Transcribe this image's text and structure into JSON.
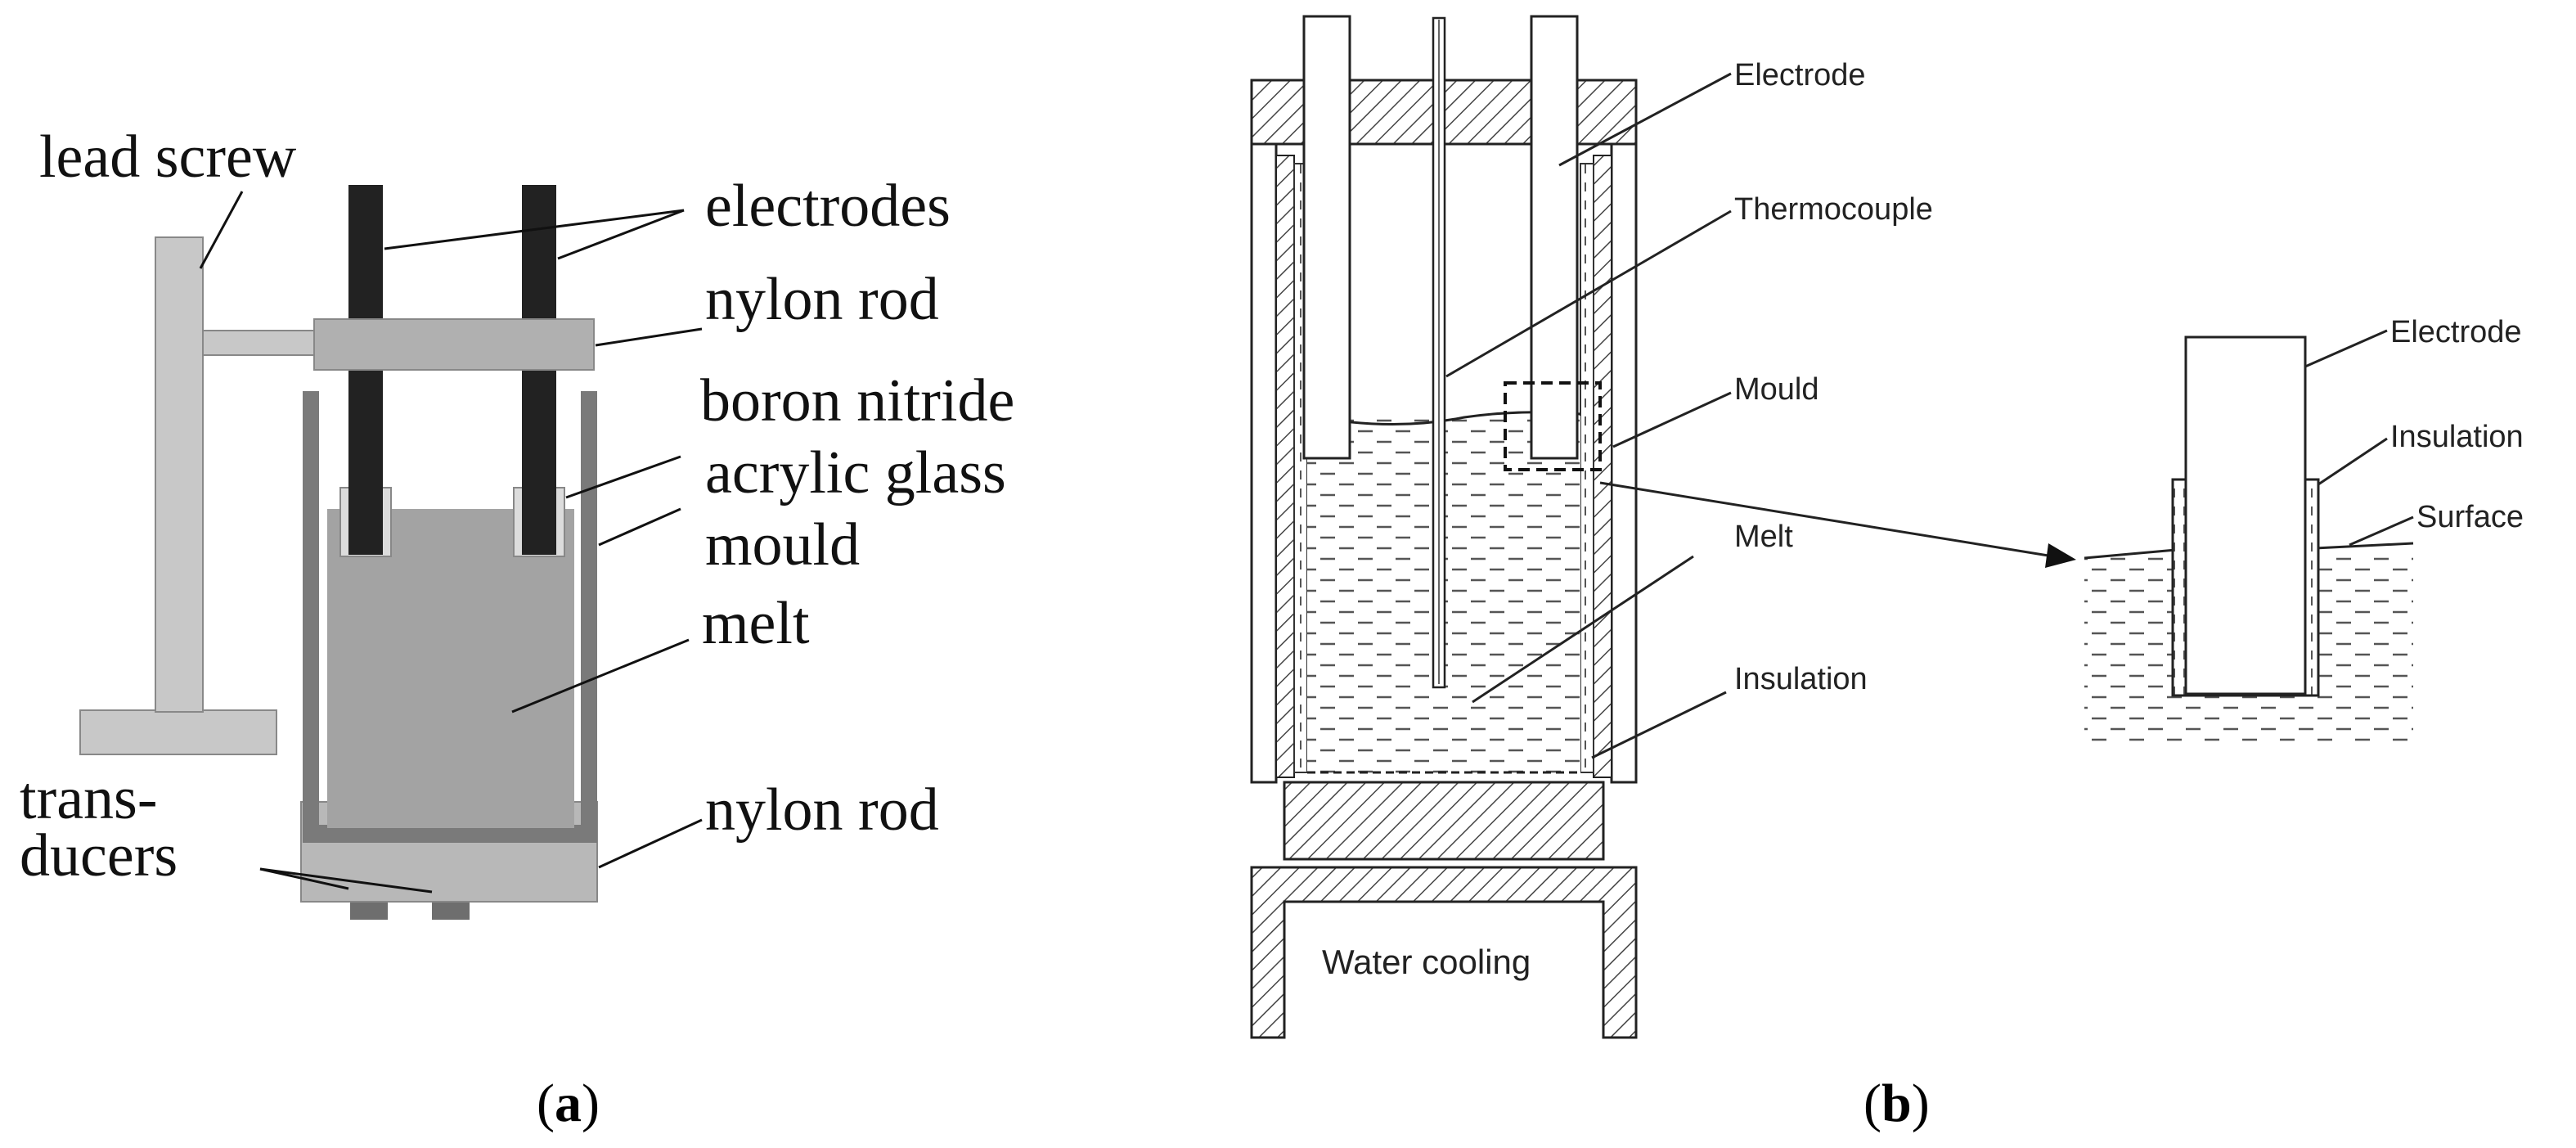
{
  "panel_a": {
    "labels": {
      "lead_screw": "lead screw",
      "electrodes": "electrodes",
      "nylon_rod_top": "nylon rod",
      "boron_nitride": "boron nitride",
      "acrylic_glass": "acrylic glass",
      "mould": "mould",
      "melt": "melt",
      "transducers_line1": "trans-",
      "transducers_line2": "ducers",
      "nylon_rod_bottom": "nylon rod"
    },
    "colors": {
      "electrode": "#222222",
      "melt": "#a3a3a3",
      "mould_wall": "#7a7a7a",
      "nylon": "#b0b0b0",
      "stand": "#c8c8c8",
      "transducer": "#6e6e6e"
    }
  },
  "panel_b": {
    "labels": {
      "electrode": "Electrode",
      "thermocouple": "Thermocouple",
      "mould": "Mould",
      "melt": "Melt",
      "insulation": "Insulation",
      "water_cooling": "Water cooling"
    },
    "detail_labels": {
      "electrode": "Electrode",
      "insulation": "Insulation",
      "surface": "Surface"
    }
  },
  "captions": {
    "a": "a",
    "b": "b"
  }
}
